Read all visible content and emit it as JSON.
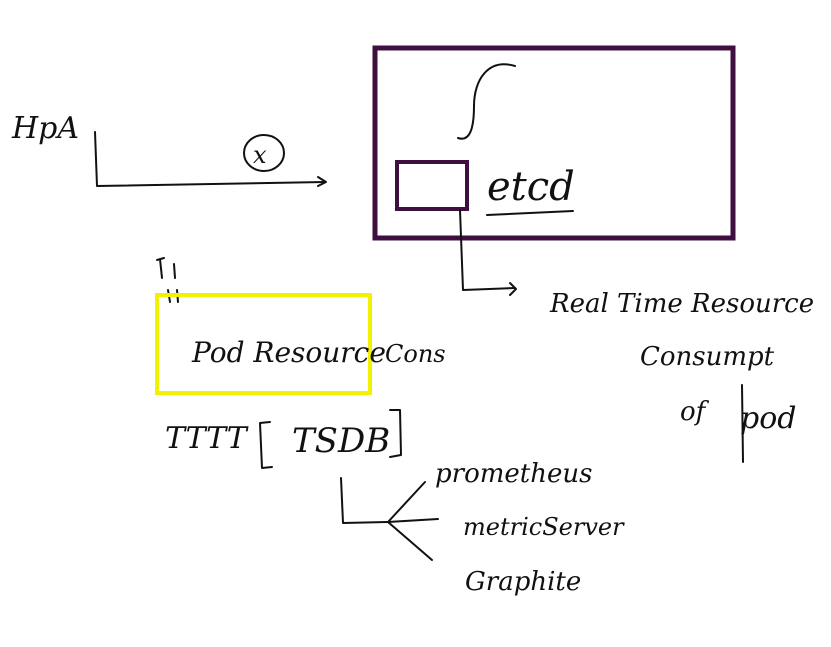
{
  "labels": {
    "hpa": "HpA",
    "x_mark": "x",
    "etcd": "etcd",
    "pod_resource": "Pod Resource",
    "cons": "Cons",
    "real_time": "Real Time Resource",
    "consumpt": "Consumpt",
    "of": "of",
    "pod": "pod",
    "tttt": "TTTT",
    "tsdb": "TSDB",
    "prometheus": "prometheus",
    "metric_server": "metricServer",
    "graphite": "Graphite"
  },
  "colors": {
    "ink": "#111111",
    "etcd_box": "#3f0f3f",
    "pod_box": "#f2f200"
  }
}
